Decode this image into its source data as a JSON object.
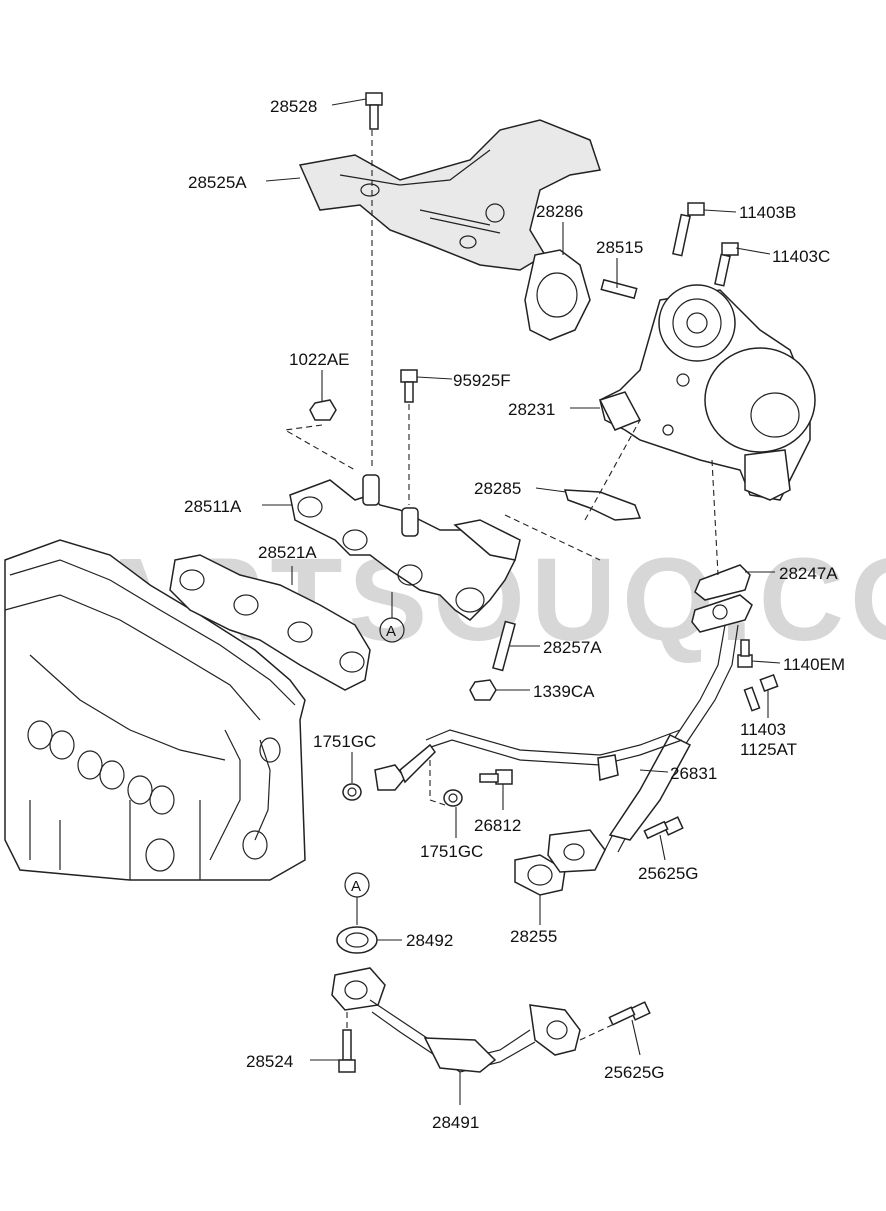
{
  "watermark": "PARTSOUQ.COM",
  "callout_letter": "A",
  "parts": {
    "p28528": "28528",
    "p28525A": "28525A",
    "p28286": "28286",
    "p28515": "28515",
    "p11403B": "11403B",
    "p11403C": "11403C",
    "p1022AE": "1022AE",
    "p95925F": "95925F",
    "p28231": "28231",
    "p28285": "28285",
    "p28511A": "28511A",
    "p28521A": "28521A",
    "p28247A": "28247A",
    "p28257A": "28257A",
    "p1339CA": "1339CA",
    "p1140EM": "1140EM",
    "p11403": "11403",
    "p1125AT": "1125AT",
    "p1751GC_top": "1751GC",
    "p26831": "26831",
    "p26812": "26812",
    "p1751GC_bottom": "1751GC",
    "p25625G_top": "25625G",
    "p28255": "28255",
    "p28492": "28492",
    "p28524": "28524",
    "p25625G_bottom": "25625G",
    "p28491": "28491"
  }
}
